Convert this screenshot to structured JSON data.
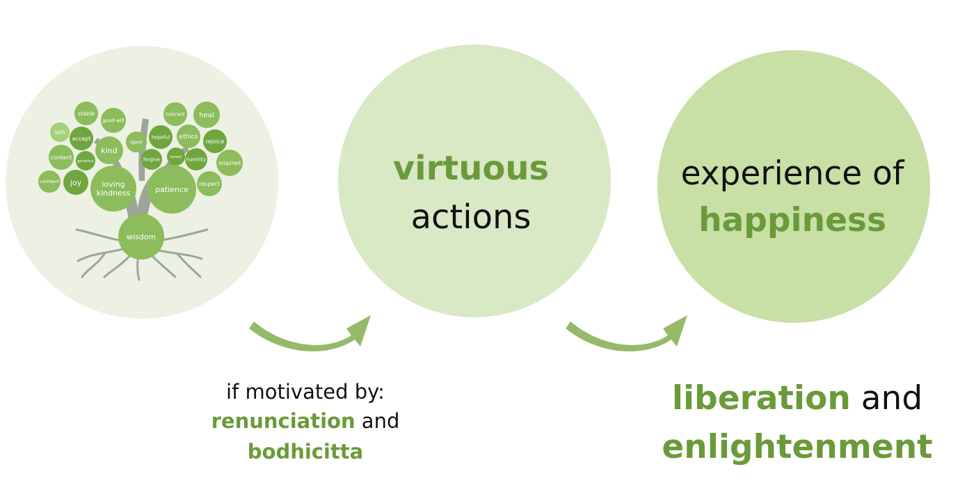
{
  "colors": {
    "accent_green": "#6b9a3a",
    "text_black": "#111111",
    "circle_1_fill": "#ecf1e3",
    "circle_2_fill": "#d9e8c5",
    "circle_3_fill": "#c8dfa6",
    "arrow_fill": "#95ba6a",
    "tree_trunk": "#9da59a",
    "leaf_mid": "#8cbc5c",
    "leaf_dark": "#6fa63e",
    "leaf_light": "#a6d07a"
  },
  "tree": {
    "leaves": [
      {
        "label": "stable"
      },
      {
        "label": "good-will"
      },
      {
        "label": "faith"
      },
      {
        "label": "accept"
      },
      {
        "label": "kind"
      },
      {
        "label": "content"
      },
      {
        "label": "generous"
      },
      {
        "label": "confident"
      },
      {
        "label": "joy"
      },
      {
        "label": "loving kindness"
      },
      {
        "label": "open"
      },
      {
        "label": "hopeful"
      },
      {
        "label": "forgive"
      },
      {
        "label": "tolerant"
      },
      {
        "label": "ethics"
      },
      {
        "label": "honest"
      },
      {
        "label": "humility"
      },
      {
        "label": "heal"
      },
      {
        "label": "rejoice"
      },
      {
        "label": "inspired"
      },
      {
        "label": "respect"
      },
      {
        "label": "patience"
      },
      {
        "label": "wisdom"
      }
    ]
  },
  "virtuous_actions": {
    "line1": "virtuous",
    "line2": "actions"
  },
  "experience_of_happiness": {
    "line1": "experience of",
    "line2": "happiness"
  },
  "motivation": {
    "line1": "if motivated by:",
    "renunciation": "renunciation",
    "and": " and",
    "bodhicitta": "bodhicitta"
  },
  "liberation": {
    "liberation": "liberation",
    "and": " and",
    "enlightenment": "enlightenment"
  }
}
